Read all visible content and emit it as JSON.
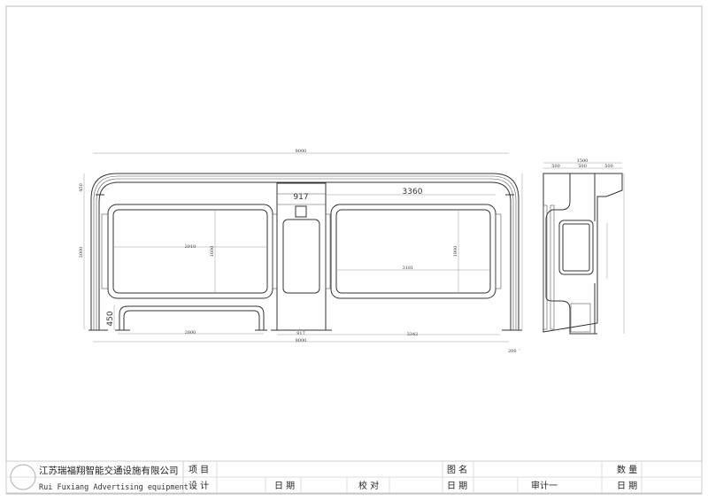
{
  "drawing": {
    "front_view": {
      "overall_width_top": "8000",
      "roof_height": "450",
      "total_height": "3000",
      "left_panel_width": "2910",
      "left_panel_height": "1600",
      "center_column_width_top": "917",
      "right_section_width": "3360",
      "right_panel_width": "3181",
      "right_panel_height": "1800",
      "bench_height": "450",
      "bench_width": "2800",
      "center_column_width_bottom": "917",
      "right_bottom_width": "3342",
      "overall_width_bottom": "8000",
      "base_offset": "200"
    },
    "side_view": {
      "total_depth": "1500",
      "seg1": "500",
      "seg2": "500",
      "seg3": "500"
    }
  },
  "title_block": {
    "company_cn": "江苏瑞福翔智能交通设施有限公司",
    "company_en": "Rui Fuxiang Advertising equipment",
    "project_label": "项 目",
    "drawing_name_label": "图 名",
    "quantity_label": "数 量",
    "design_label": "设 计",
    "date_label_1": "日 期",
    "check_label": "校 对",
    "date_label_2": "日 期",
    "audit_label": "审计一",
    "date_label_3": "日 期"
  }
}
